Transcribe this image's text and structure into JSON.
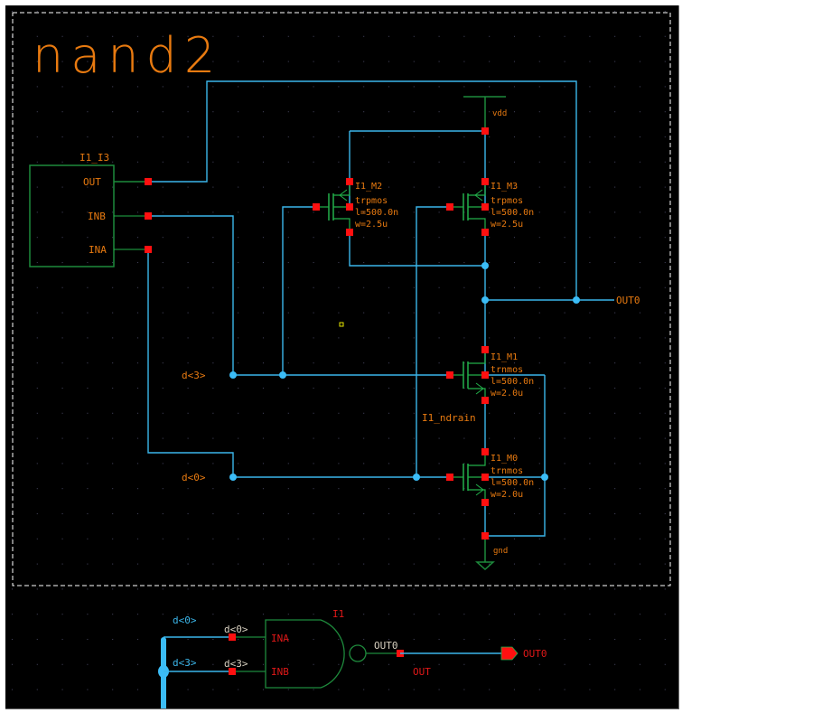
{
  "title": "nand2",
  "colors": {
    "background": "#000000",
    "wire": "#3bb6ea",
    "bus": "#3bbcf6",
    "symbol": "#1e8a3c",
    "device_green": "#22b04a",
    "pin": "#ff1010",
    "label": "#e87a10",
    "label_red": "#e01818",
    "label_white": "#d8d0c0",
    "label_blue": "#3bb6ea",
    "grid": "#5a5a7a",
    "boundary": "#ffffff",
    "marker": "#e6e600"
  },
  "instances": {
    "i1_i3": {
      "name": "I1_I3",
      "pins": [
        "OUT",
        "INB",
        "INA"
      ]
    },
    "transistors": [
      {
        "name": "I1_M2",
        "model": "trpmos",
        "l": "l=500.0n",
        "w": "w=2.5u"
      },
      {
        "name": "I1_M3",
        "model": "trpmos",
        "l": "l=500.0n",
        "w": "w=2.5u"
      },
      {
        "name": "I1_M1",
        "model": "trnmos",
        "l": "l=500.0n",
        "w": "w=2.0u"
      },
      {
        "name": "I1_M0",
        "model": "trnmos",
        "l": "l=500.0n",
        "w": "w=2.0u"
      }
    ],
    "ndrain_label": "I1_ndrain"
  },
  "nets": {
    "vdd": "vdd",
    "gnd": "gnd",
    "out": "OUT0",
    "d3": "d<3>",
    "d0": "d<0>"
  },
  "gate_symbol": {
    "name": "I1",
    "pin_a": "INA",
    "pin_b": "INB",
    "net_a_top": "d<0>",
    "net_b_top": "d<3>",
    "bus_label_a": "d<0>",
    "bus_label_b": "d<3>",
    "out_net": "OUT0",
    "out_pin": "OUT",
    "out_port": "OUT0"
  }
}
